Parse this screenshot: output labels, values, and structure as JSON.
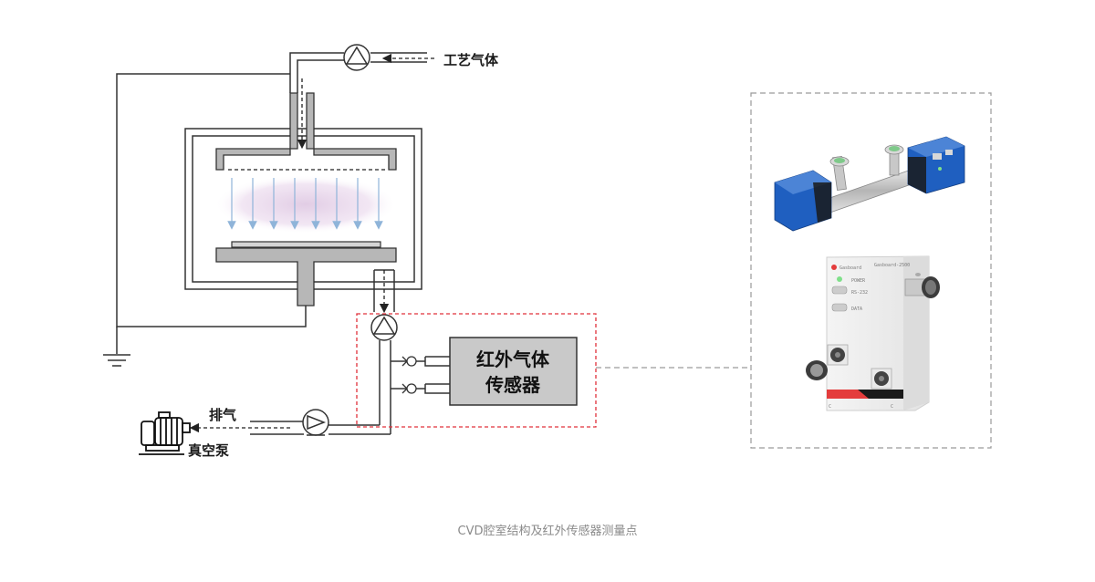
{
  "labels": {
    "process_gas": "工艺气体",
    "exhaust": "排气",
    "vacuum_pump": "真空泵",
    "sensor_line1": "红外气体",
    "sensor_line2": "传感器"
  },
  "caption": "CVD腔室结构及红外传感器测量点",
  "device_panel": {
    "device_name": "Gasboard-2500",
    "ports": [
      "POWER",
      "RS-232",
      "DATA"
    ]
  },
  "colors": {
    "line": "#333333",
    "plate_fill": "#b7b7b7",
    "sensor_fill": "#c9c9c9",
    "plasma": "#c9a3cf",
    "arrows": "#8fb4d9",
    "highlight_box": "#e0303a",
    "device_blue": "#1f5fc0",
    "device_red": "#e43c3c",
    "leader_line": "#9a9a9a"
  },
  "icons": [
    "flow-pump-icon",
    "check-valve-icon",
    "vacuum-pump-icon",
    "ground-icon"
  ]
}
